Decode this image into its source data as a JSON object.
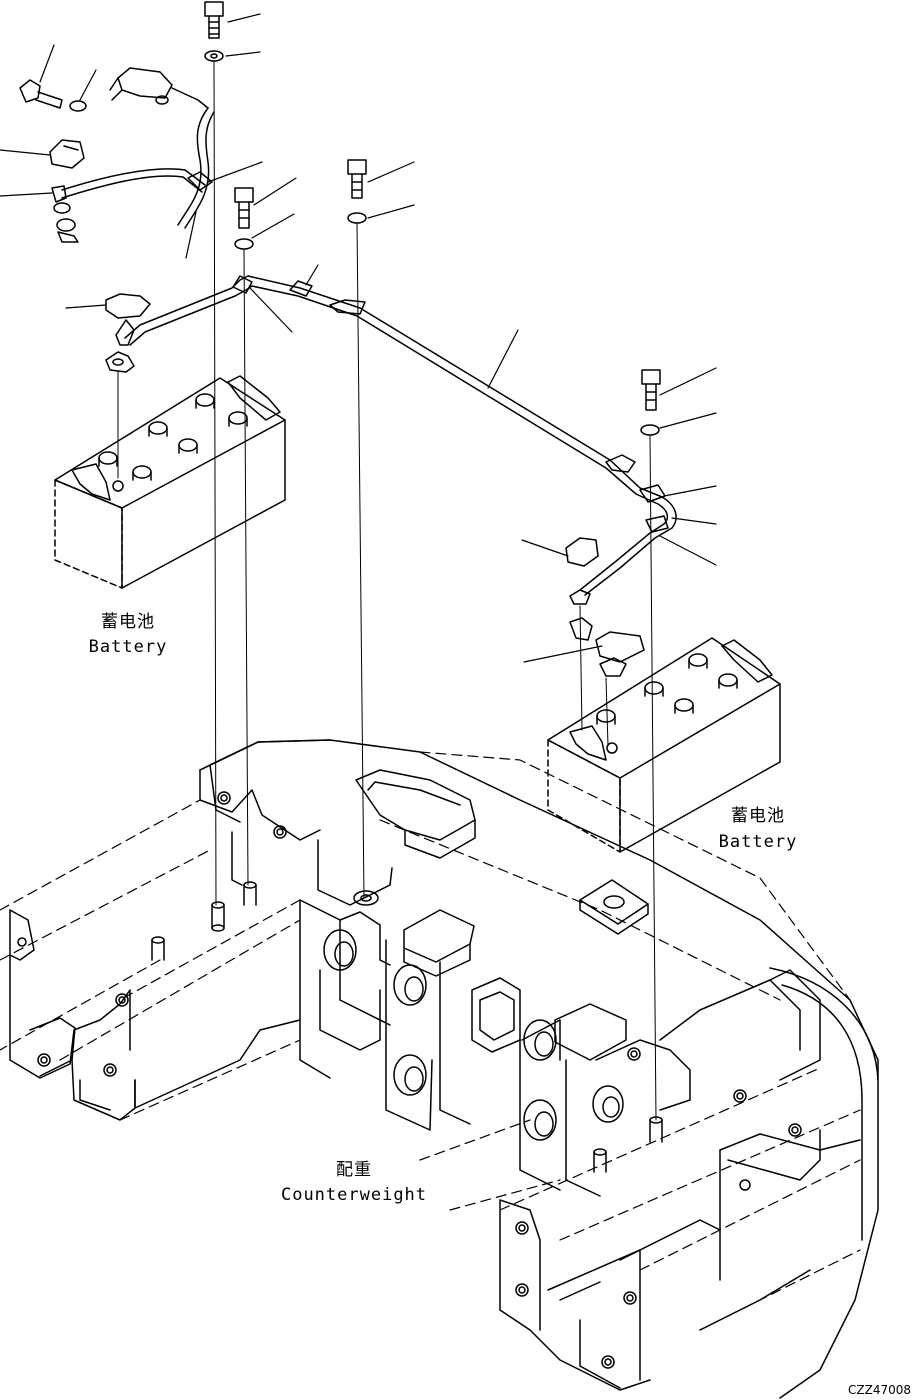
{
  "labels": {
    "battery_left_cn": "蓄电池",
    "battery_left_en": "Battery",
    "battery_right_cn": "蓄电池",
    "battery_right_en": "Battery",
    "counterweight_cn": "配重",
    "counterweight_en": "Counterweight",
    "drawing_code": "CZZ47008"
  }
}
